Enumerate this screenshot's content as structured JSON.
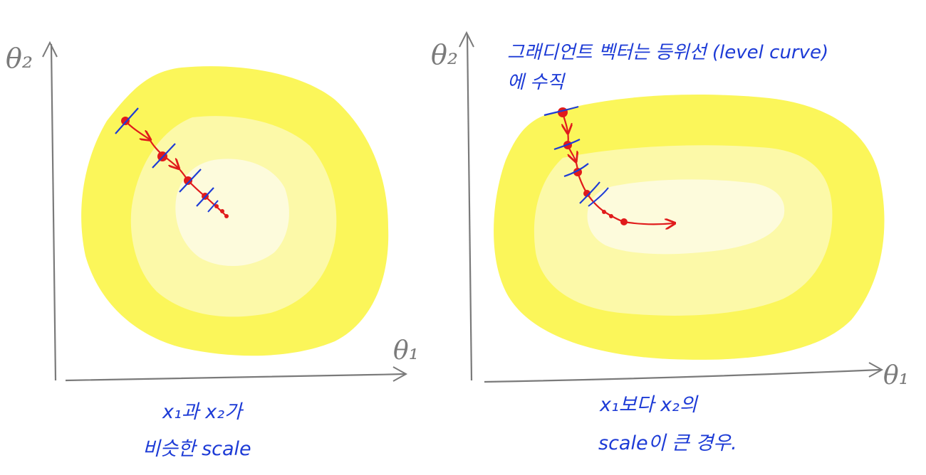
{
  "colors": {
    "axis": "#7a7a7a",
    "contour_outer": "#fbf65a",
    "contour_mid": "#fcf9a8",
    "contour_inner": "#fdfbdc",
    "path": "#e01b1b",
    "tick": "#1d3bd6",
    "annotation": "#1d3bd6"
  },
  "left_panel": {
    "y_axis_label": "θ₂",
    "x_axis_label": "θ₁",
    "caption_line1": "x₁과 x₂가",
    "caption_line2": "비슷한 scale"
  },
  "right_panel": {
    "y_axis_label": "θ₂",
    "x_axis_label": "θ₁",
    "note_line1": "그래디언트 벡터는 등위선 (level curve)",
    "note_line2": "에 수직",
    "caption_line1": "x₁보다 x₂의",
    "caption_line2": "scale이 큰 경우."
  }
}
